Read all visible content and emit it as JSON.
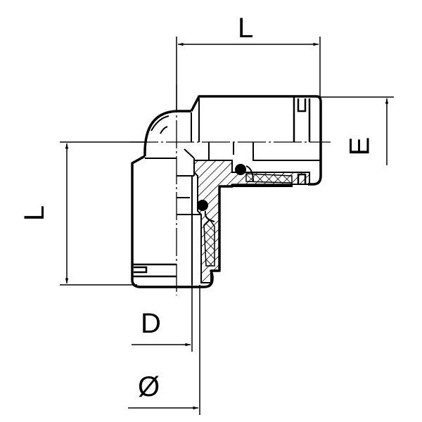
{
  "diagram": {
    "subject": "90° push-in elbow fitting, cross-section drawing",
    "labels": {
      "length_top": "L",
      "length_left": "L",
      "height": "E",
      "inner_diameter": "D",
      "outer_diameter": "Ø"
    },
    "colors": {
      "line": "#000000",
      "background": "#ffffff"
    }
  }
}
